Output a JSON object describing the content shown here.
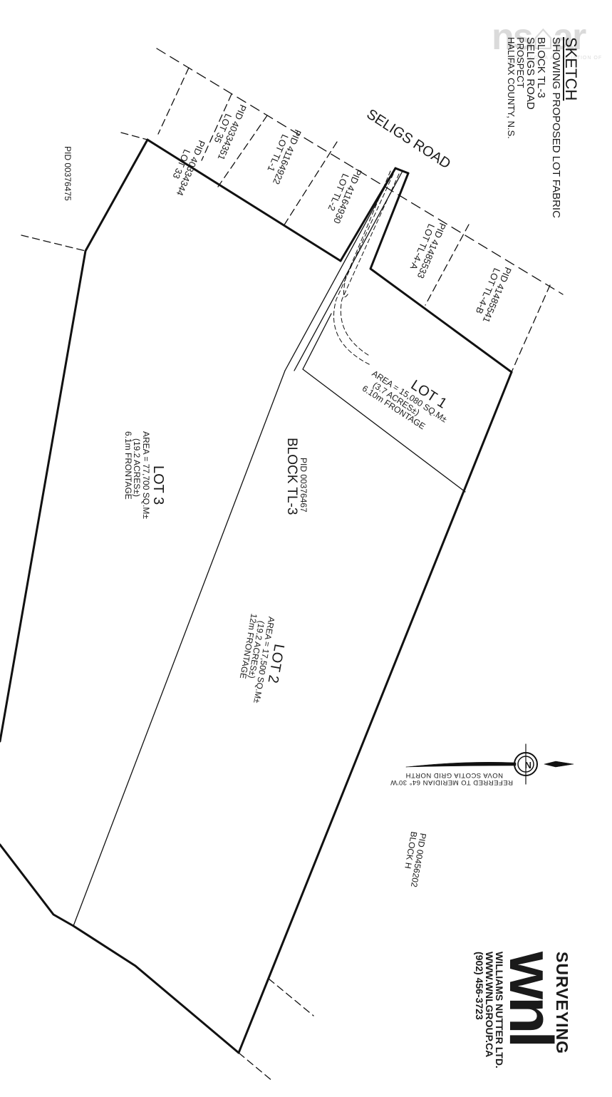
{
  "title_block": {
    "heading": "SKETCH",
    "lines": [
      "SHOWING PROPOSED LOT FABRIC",
      "BLOCK TL-3",
      "SELIGS ROAD",
      "PROSPECT",
      "HALIFAX COUNTY, N.S."
    ]
  },
  "watermark": {
    "logo_text": "ns⌂ar",
    "sub_text": "NOVA SCOTIA ASSOCIATION OF REALTORS"
  },
  "road": {
    "label": "SELIGS ROAD"
  },
  "lots": [
    {
      "id": "lot-1",
      "title": "LOT 1",
      "area": "AREA = 15,080 SQ.M±",
      "acres": "(3.7 ACRES±)",
      "frontage": "6.10m FRONTAGE"
    },
    {
      "id": "lot-2",
      "title": "LOT 2",
      "area": "AREA = 17,500 SQ.M±",
      "acres": "(19.2 ACRES±)",
      "frontage": "12m FRONTAGE"
    },
    {
      "id": "lot-3",
      "title": "LOT 3",
      "area": "AREA = 77,700 SQ.M±",
      "acres": "(19.2 ACRES±)",
      "frontage": "6.1m FRONTAGE"
    }
  ],
  "parcels": [
    {
      "pid": "PID 40334344",
      "lot": "LOT 33"
    },
    {
      "pid": "PID 40334351",
      "lot": "LOT 35"
    },
    {
      "pid": "PID 41164922",
      "lot": "LOT TL-1"
    },
    {
      "pid": "PID 41164930",
      "lot": "LOT TL-2"
    },
    {
      "pid": "PID 41485533",
      "lot": "LOT TL-4-A"
    },
    {
      "pid": "PID 41485541",
      "lot": "LOT TL-4-B"
    }
  ],
  "block": {
    "pid": "PID 00376467",
    "name": "BLOCK TL-3"
  },
  "adjacent": [
    {
      "pid": "PID 00376475"
    },
    {
      "pid": "PID 00456202",
      "name": "BLOCK H"
    }
  ],
  "north_arrow": {
    "symbol": "N",
    "line1": "REFERRED TO MERIDIAN 64° 30'W",
    "line2": "NOVA SCOTIA GRID NORTH"
  },
  "company": {
    "tagline": "SURVEYING",
    "logo": "wnl",
    "name": "WILLIAMS NUTTER LTD.",
    "website": "WWW.WNLGROUP.CA",
    "phone": "(902) 456-3723"
  },
  "colors": {
    "line": "#111111",
    "background": "#ffffff",
    "watermark": "#bdbdbd"
  }
}
